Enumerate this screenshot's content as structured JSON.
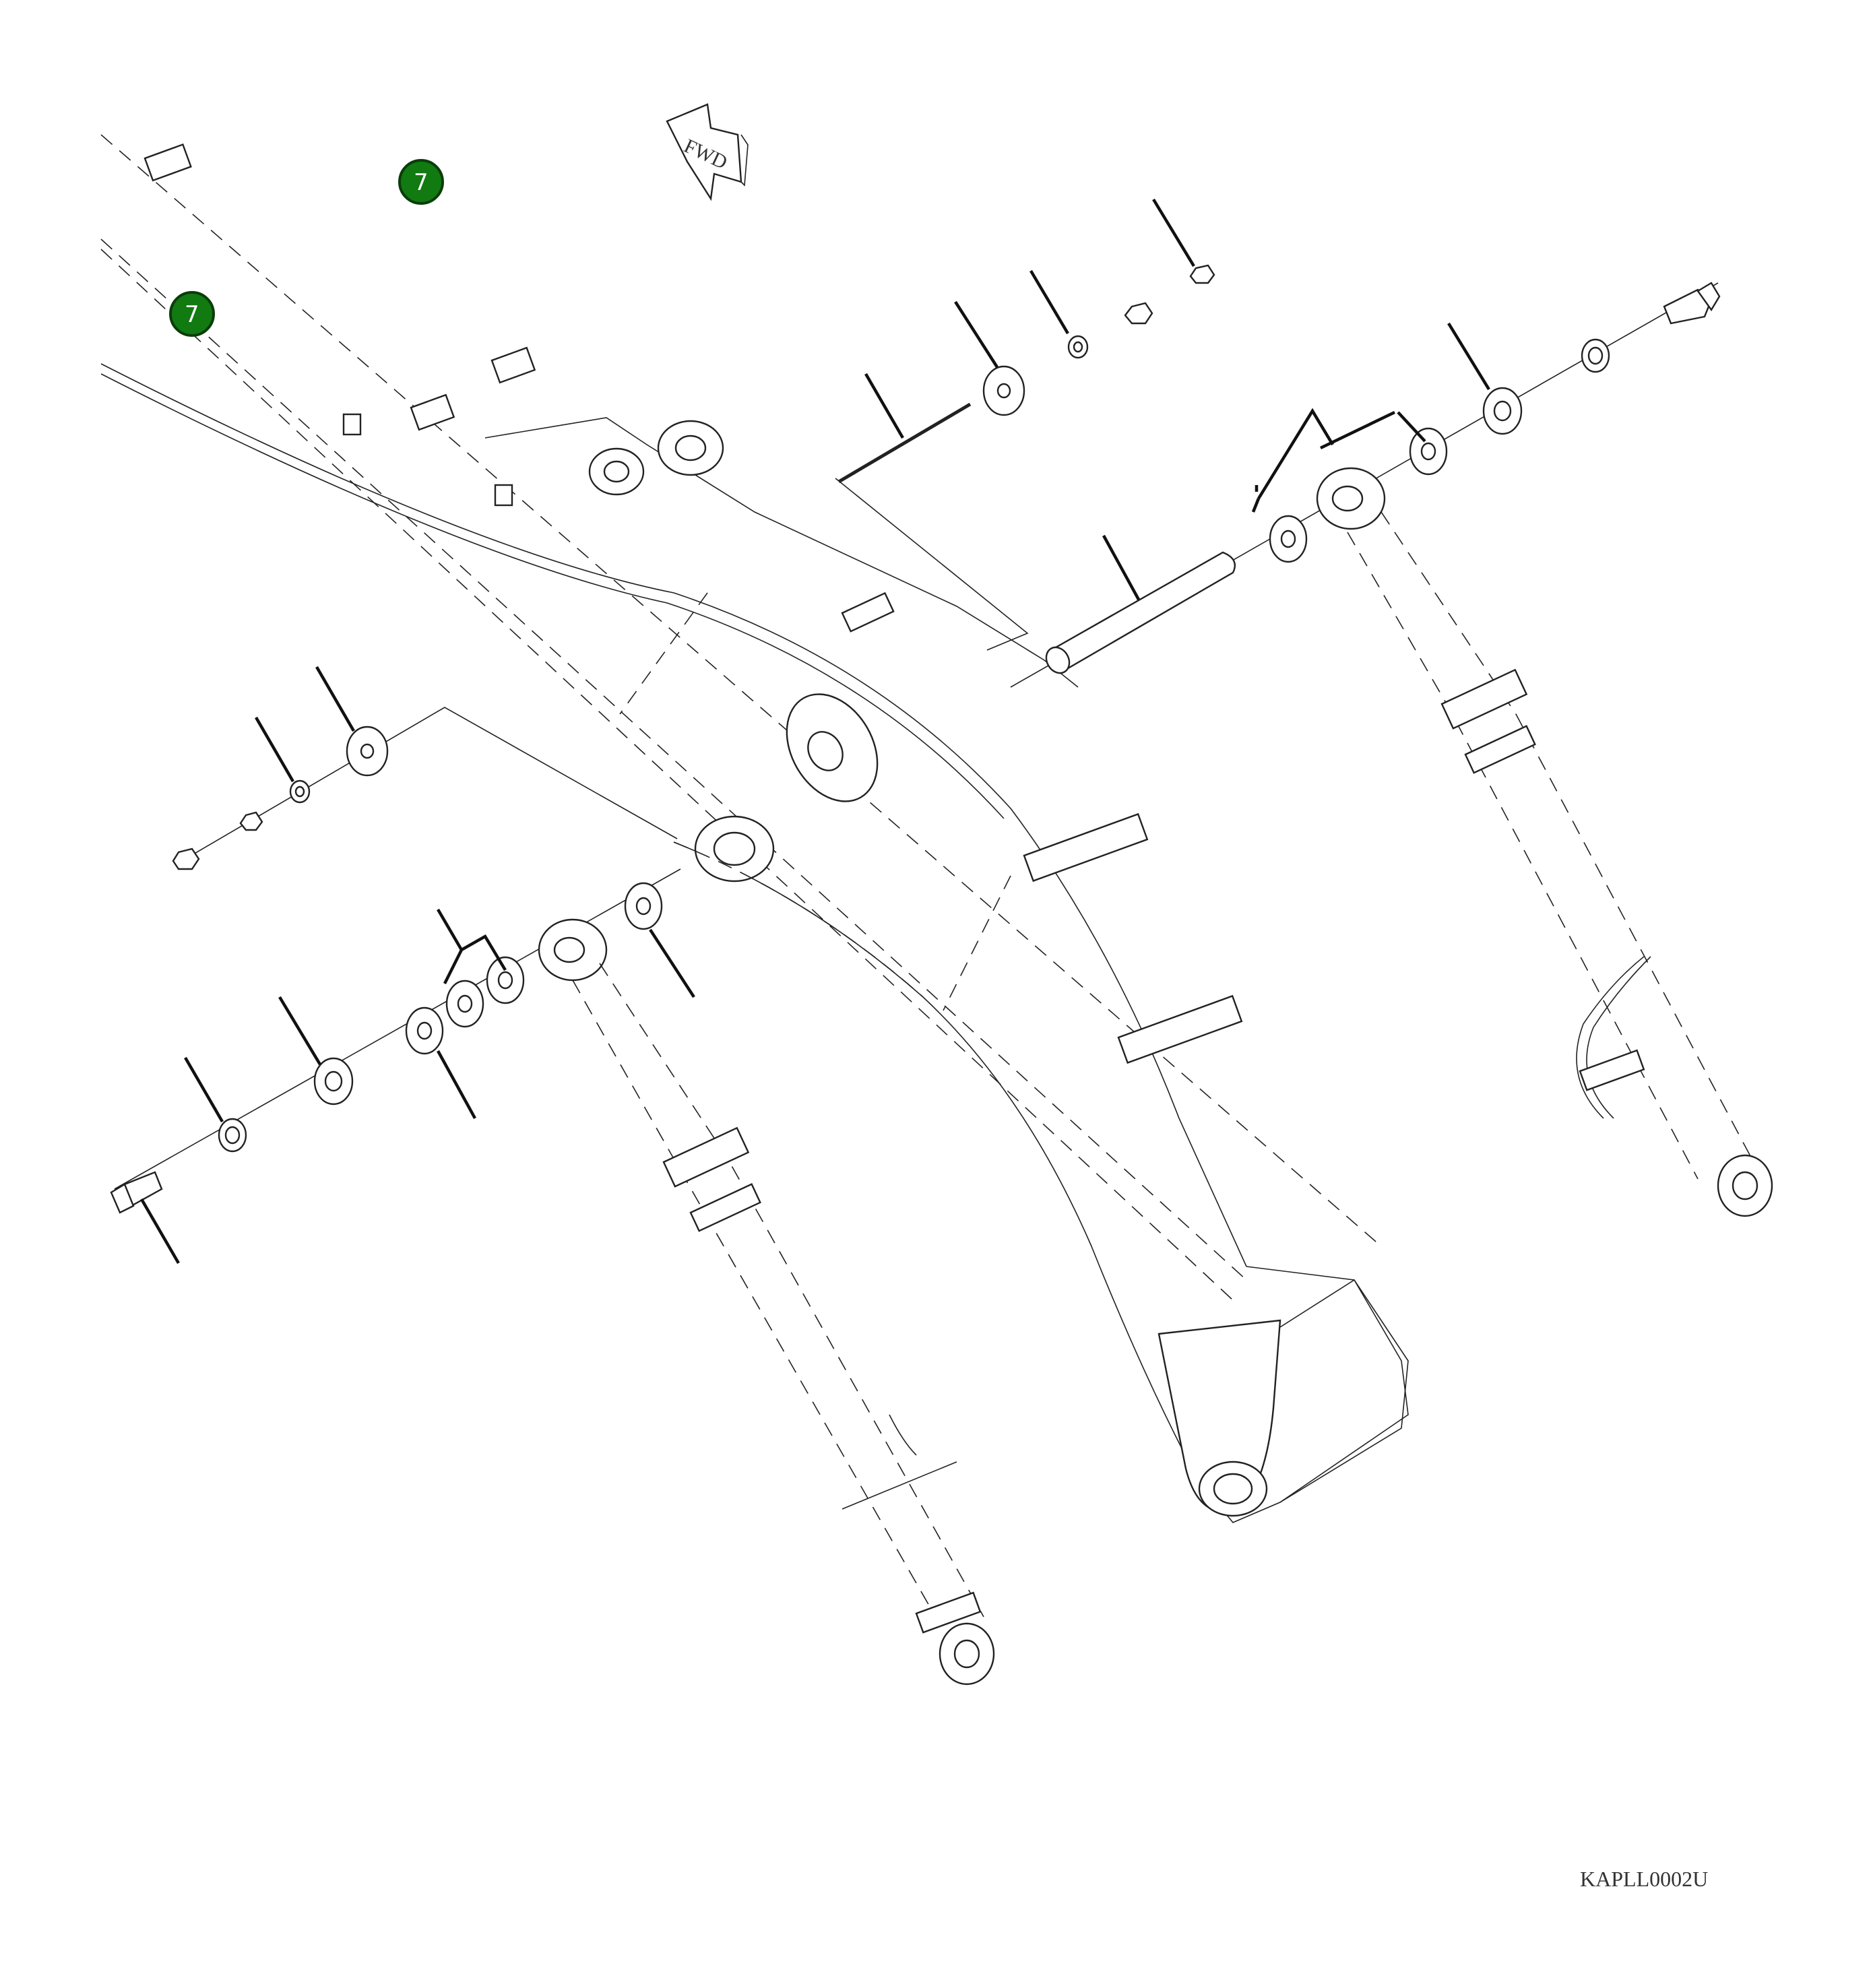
{
  "diagram": {
    "direction_indicator": "FWD",
    "drawing_code": "KAPLL0002U",
    "callouts": [
      {
        "label": "7"
      },
      {
        "label": "7"
      }
    ],
    "colors": {
      "callout_fill": "#117a11",
      "line": "#222222"
    }
  }
}
